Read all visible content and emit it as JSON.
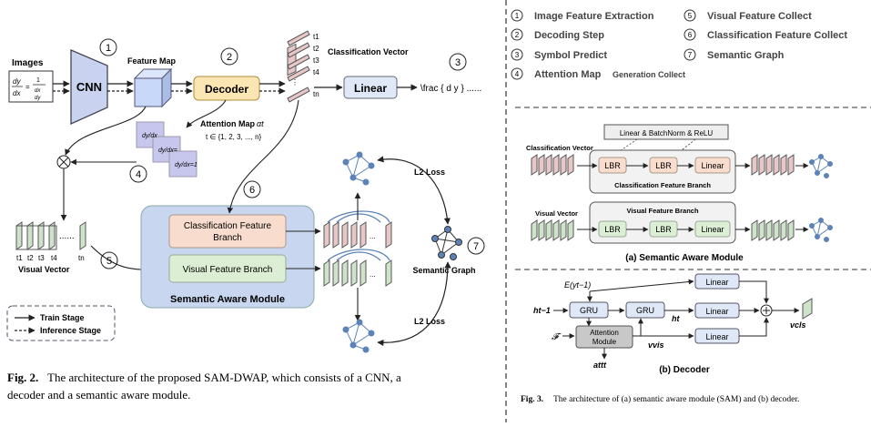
{
  "left": {
    "images_label": "Images",
    "cnn": "CNN",
    "feature_map": "Feature Map",
    "decoder": "Decoder",
    "linear": "Linear",
    "output_latex": "\\frac { d y } ......",
    "classification_vector": "Classification Vector",
    "t_labels": [
      "t1",
      "t2",
      "t3",
      "t4",
      "tn"
    ],
    "attention_map": "Attention Map",
    "attention_alpha": "αt",
    "attention_range": "t ∈ {1, 2, 3, ..., n}",
    "cls_branch": [
      "Classification Feature",
      "Branch"
    ],
    "vis_branch": "Visual Feature Branch",
    "sam_title": "Semantic Aware Module",
    "visual_vector": "Visual Vector",
    "vv_t": [
      "t1",
      "t2",
      "t3",
      "t4",
      "tn"
    ],
    "l2_loss_top": "L2 Loss",
    "l2_loss_bottom": "L2 Loss",
    "semantic_graph": "Semantic Graph",
    "legend": {
      "train": "Train Stage",
      "inference": "Inference Stage"
    },
    "step_numbers": [
      "1",
      "2",
      "3",
      "4",
      "5",
      "6",
      "7"
    ],
    "caption_label": "Fig. 2.",
    "caption": "The architecture of the proposed SAM-DWAP, which consists of a CNN, a",
    "caption2": "decoder and a semantic aware module."
  },
  "key": {
    "items": [
      {
        "num": "1",
        "text": "Image Feature Extraction"
      },
      {
        "num": "2",
        "text": "Decoding Step"
      },
      {
        "num": "3",
        "text": "Symbol Predict"
      },
      {
        "num": "4",
        "text": "Attention Map",
        "suffix": "Generation Collect"
      },
      {
        "num": "5",
        "text": "Visual Feature Collect"
      },
      {
        "num": "6",
        "text": "Classification Feature Collect"
      },
      {
        "num": "7",
        "text": "Semantic Graph"
      }
    ]
  },
  "sam": {
    "lbn": "Linear & BatchNorm & ReLU",
    "cls_vec": "Classification Vector",
    "vis_vec": "Visual Vector",
    "lbr": "LBR",
    "linear": "Linear",
    "cfb": "Classification Feature Branch",
    "vfb": "Visual Feature Branch",
    "title": "(a) Semantic Aware Module"
  },
  "dec": {
    "gru": "GRU",
    "linear": "Linear",
    "att1": "Attention",
    "att2": "Module",
    "ey": "E(yt−1)",
    "h_prev": "ht−1",
    "h_t": "ht",
    "f": "𝓕",
    "v_vis": "vvis",
    "v_cls": "vcls",
    "att_t": "attt",
    "title": "(b) Decoder"
  },
  "caption3_label": "Fig. 3.",
  "caption3": "The architecture of (a) semantic aware module (SAM) and (b) decoder.",
  "colors": {
    "cnn": "#c9d3ef",
    "decoder": "#fbe5b2",
    "linear": "#dfe8f6",
    "sam_bg": "#c9d6ef",
    "cls_branch": "#f8dccd",
    "vis_branch": "#dcefd5",
    "lbr": "#f8dccd",
    "lbr_green": "#dcefd5",
    "vec_pink": "#e7c7c8",
    "vec_green": "#cfe3cb",
    "graph": "#5c82b7"
  }
}
